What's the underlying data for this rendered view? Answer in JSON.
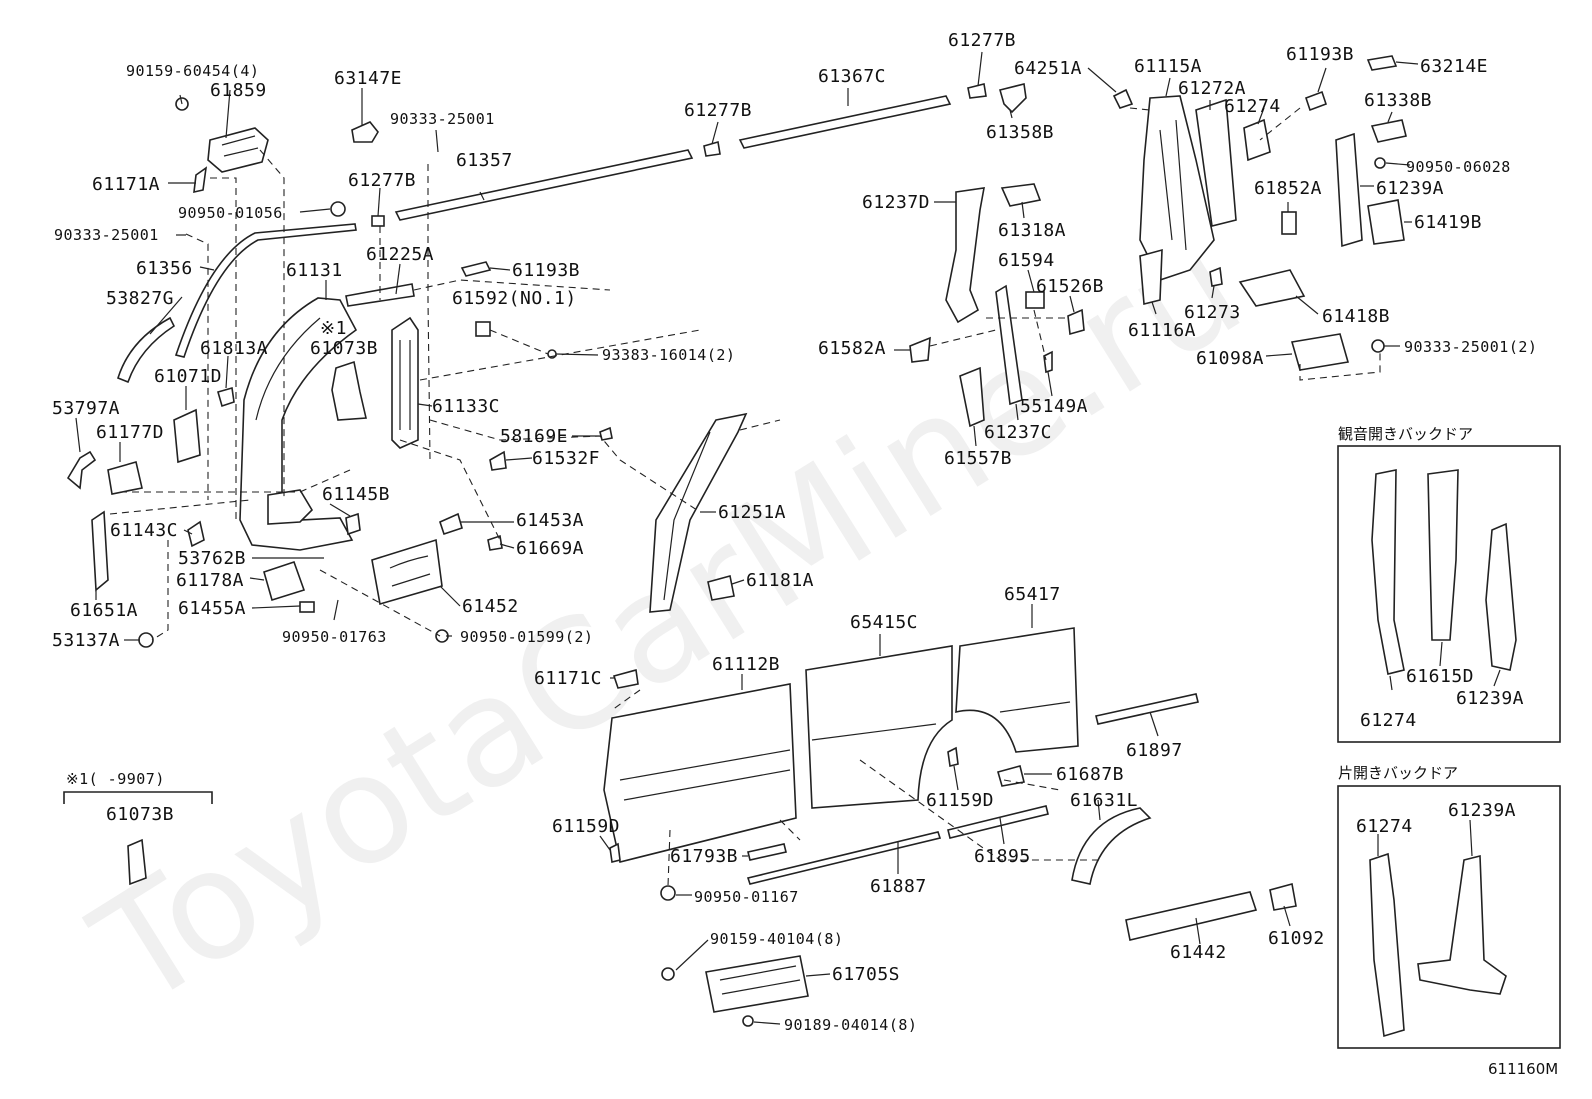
{
  "watermark": "ToyotaCarMine.ru",
  "figure_id": "611160M",
  "labels": {
    "p90159_60454": "90159-60454(4)",
    "p61859": "61859",
    "p61171A": "61171A",
    "p90950_01056": "90950-01056",
    "p90333_25001_a": "90333-25001",
    "p61356": "61356",
    "p53827G": "53827G",
    "p63147E": "63147E",
    "p90333_25001_b": "90333-25001",
    "p61357": "61357",
    "p61277B_a": "61277B",
    "p61225A": "61225A",
    "p61131": "61131",
    "p61073B_a": "61073B",
    "note1": "※1",
    "p61813A": "61813A",
    "p61071D": "61071D",
    "p53797A": "53797A",
    "p61177D": "61177D",
    "p61143C": "61143C",
    "p53762B": "53762B",
    "p61178A": "61178A",
    "p61455A": "61455A",
    "p61651A": "61651A",
    "p53137A": "53137A",
    "p61145B": "61145B",
    "p90950_01763": "90950-01763",
    "p61452": "61452",
    "p90950_01599": "90950-01599(2)",
    "p61453A": "61453A",
    "p61669A": "61669A",
    "p61193B_a": "61193B",
    "p61592": "61592(NO.1)",
    "p93383_16014": "93383-16014(2)",
    "p61133C": "61133C",
    "p58169E": "58169E",
    "p61532F": "61532F",
    "p61251A": "61251A",
    "p61181A": "61181A",
    "p61277B_b": "61277B",
    "p61367C": "61367C",
    "p61277B_c": "61277B",
    "p61358B": "61358B",
    "p61237D": "61237D",
    "p61318A": "61318A",
    "p61594": "61594",
    "p61526B": "61526B",
    "p61582A": "61582A",
    "p55149A": "55149A",
    "p61237C": "61237C",
    "p61557B": "61557B",
    "p64251A": "64251A",
    "p61115A": "61115A",
    "p61272A": "61272A",
    "p61274_a": "61274",
    "p61193B_b": "61193B",
    "p63214E": "63214E",
    "p61338B": "61338B",
    "p90950_06028": "90950-06028",
    "p61852A": "61852A",
    "p61239A_a": "61239A",
    "p61419B": "61419B",
    "p61116A": "61116A",
    "p61273": "61273",
    "p61418B": "61418B",
    "p61098A": "61098A",
    "p90333_25001_c": "90333-25001(2)",
    "p61171C": "61171C",
    "p61112B": "61112B",
    "p65415C": "65415C",
    "p65417": "65417",
    "p61897": "61897",
    "p61687B": "61687B",
    "p61159D_a": "61159D",
    "p61159D_b": "61159D",
    "p61631L": "61631L",
    "p61793B": "61793B",
    "p61887": "61887",
    "p61895": "61895",
    "p90950_01167": "90950-01167",
    "p61442": "61442",
    "p61092": "61092",
    "p90159_40104": "90159-40104(8)",
    "p61705S": "61705S",
    "p90189_04014": "90189-04014(8)",
    "inset_note": "※1(     -9907)",
    "inset_part": "61073B"
  },
  "box1": {
    "title": "観音開きバックドア",
    "p61274": "61274",
    "p61615D": "61615D",
    "p61239A": "61239A"
  },
  "box2": {
    "title": "片開きバックドア",
    "p61274": "61274",
    "p61239A": "61239A"
  }
}
